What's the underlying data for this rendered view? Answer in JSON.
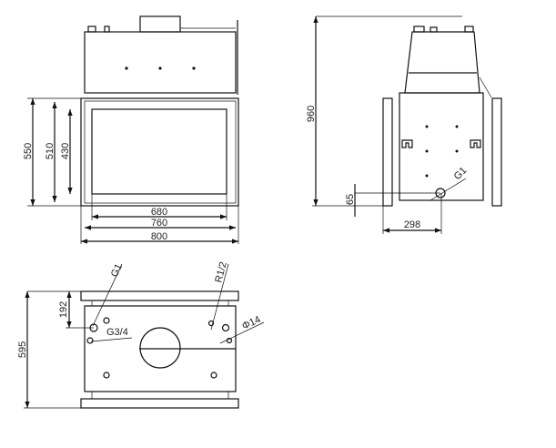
{
  "front_view": {
    "dims": {
      "width_outer": "800",
      "width_mid": "760",
      "width_glass": "680",
      "height_outer": "550",
      "height_mid": "510",
      "height_glass": "430"
    }
  },
  "side_view": {
    "dims": {
      "total_height": "960",
      "pipe_height": "65",
      "pipe_offset": "298"
    },
    "pipe_label": "G1"
  },
  "top_view": {
    "dims": {
      "depth": "595",
      "pipe_depth": "192"
    },
    "labels": {
      "g1": "G1",
      "g34": "G3/4",
      "r12": "R1/2",
      "d14": "Φ14"
    }
  }
}
